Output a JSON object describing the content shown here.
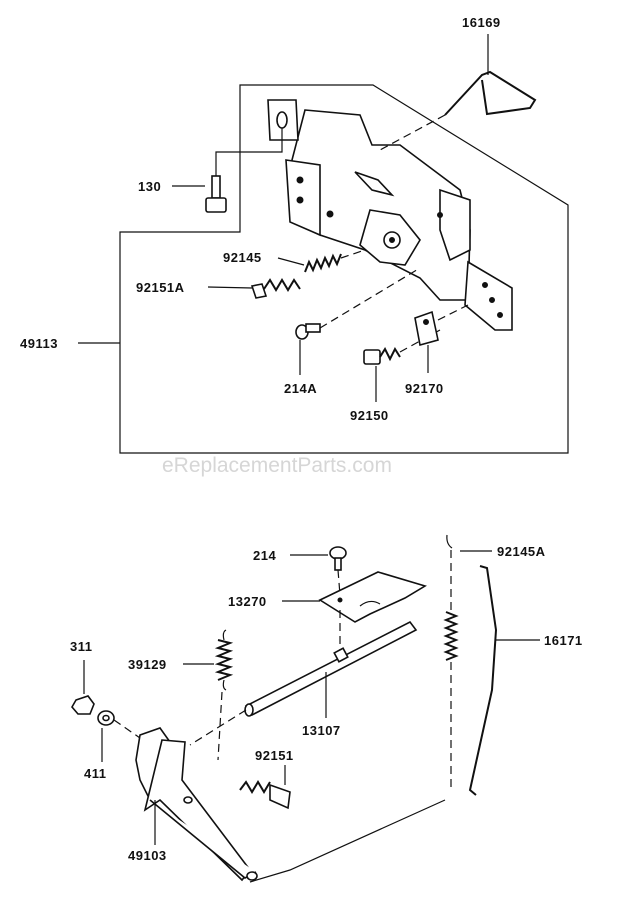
{
  "watermark": "eReplacementParts.com",
  "upper_assembly": {
    "labels": {
      "p16169": "16169",
      "p130": "130",
      "p92145": "92145",
      "p92151A": "92151A",
      "p49113": "49113",
      "p214A": "214A",
      "p92170": "92170",
      "p92150": "92150"
    }
  },
  "lower_assembly": {
    "labels": {
      "p214": "214",
      "p92145A": "92145A",
      "p13270": "13270",
      "p311": "311",
      "p39129": "39129",
      "p16171": "16171",
      "p13107": "13107",
      "p411": "411",
      "p92151": "92151",
      "p49103": "49103"
    }
  }
}
